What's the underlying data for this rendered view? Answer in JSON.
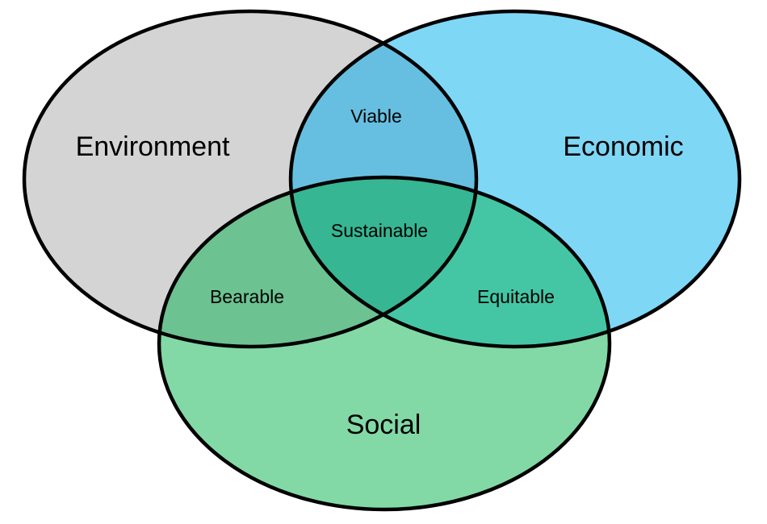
{
  "diagram": {
    "type": "venn",
    "sets": {
      "environment": {
        "label": "Environment",
        "color": "#d4d4d4"
      },
      "economic": {
        "label": "Economic",
        "color": "#7fd7f6"
      },
      "social": {
        "label": "Social",
        "color": "#82d9a6"
      }
    },
    "intersections": {
      "environment_economic": {
        "label": "Viable",
        "color": "#66bfe0"
      },
      "environment_social": {
        "label": "Bearable",
        "color": "#6cc291"
      },
      "economic_social": {
        "label": "Equitable",
        "color": "#44c6a4"
      },
      "all": {
        "label": "Sustainable",
        "color": "#36b693"
      }
    },
    "outline_color": "#000000"
  }
}
